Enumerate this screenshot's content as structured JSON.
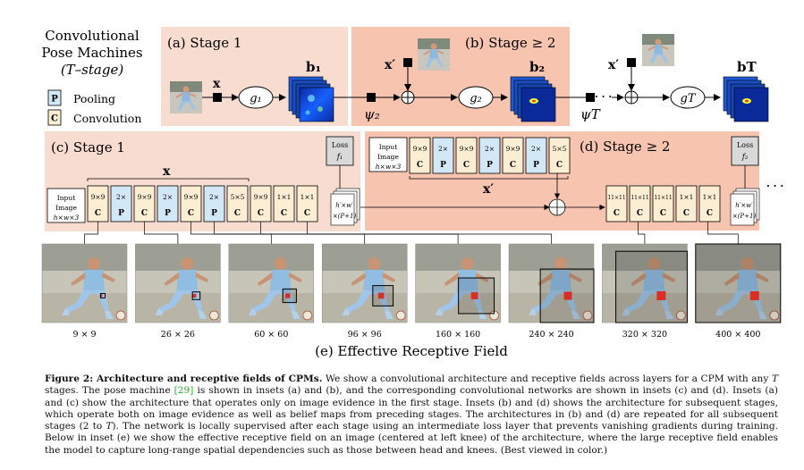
{
  "legend": {
    "title_line1": "Convolutional",
    "title_line2": "Pose Machines",
    "title_line3": "(T–stage)",
    "pooling_letter": "P",
    "pooling_label": "Pooling",
    "conv_letter": "C",
    "conv_label": "Convolution"
  },
  "top": {
    "stage1_label": "(a) Stage 1",
    "stage2_label": "(b) Stage ≥ 2",
    "x": "x",
    "x_prime": "x′",
    "x_prime_2": "x′",
    "g1": "g₁",
    "g2": "g₂",
    "gT": "gT",
    "b1": "b₁",
    "b2": "b₂",
    "bT": "bT",
    "psi2": "ψ₂",
    "psiT": "ψT",
    "dots": "· · ·"
  },
  "stage1_net": {
    "label": "(c) Stage 1",
    "x": "x",
    "input_l1": "Input",
    "input_l2": "Image",
    "input_l3": "h×w×3",
    "layers": [
      {
        "top": "9×9",
        "bot": "C",
        "type": "conv"
      },
      {
        "top": "2×",
        "bot": "P",
        "type": "pool"
      },
      {
        "top": "9×9",
        "bot": "C",
        "type": "conv"
      },
      {
        "top": "2×",
        "bot": "P",
        "type": "pool"
      },
      {
        "top": "9×9",
        "bot": "C",
        "type": "conv"
      },
      {
        "top": "2×",
        "bot": "P",
        "type": "pool"
      },
      {
        "top": "5×5",
        "bot": "C",
        "type": "conv"
      },
      {
        "top": "9×9",
        "bot": "C",
        "type": "conv"
      },
      {
        "top": "1×1",
        "bot": "C",
        "type": "conv"
      },
      {
        "top": "1×1",
        "bot": "C",
        "type": "conv"
      }
    ],
    "loss_l1": "Loss",
    "loss_l2": "f₁",
    "out_l1": "h′×w′",
    "out_l2": "×(P+1)"
  },
  "stage2_net": {
    "label": "(d) Stage ≥ 2",
    "x_prime": "x′",
    "input_l1": "Input",
    "input_l2": "Image",
    "input_l3": "h×w×3",
    "layers": [
      {
        "top": "9×9",
        "bot": "C",
        "type": "conv"
      },
      {
        "top": "2×",
        "bot": "P",
        "type": "pool"
      },
      {
        "top": "9×9",
        "bot": "C",
        "type": "conv"
      },
      {
        "top": "2×",
        "bot": "P",
        "type": "pool"
      },
      {
        "top": "9×9",
        "bot": "C",
        "type": "conv"
      },
      {
        "top": "2×",
        "bot": "P",
        "type": "pool"
      },
      {
        "top": "5×5",
        "bot": "C",
        "type": "conv"
      }
    ],
    "layers2": [
      {
        "top": "11×11",
        "bot": "C",
        "type": "conv"
      },
      {
        "top": "11×11",
        "bot": "C",
        "type": "conv"
      },
      {
        "top": "11×11",
        "bot": "C",
        "type": "conv"
      },
      {
        "top": "1×1",
        "bot": "C",
        "type": "conv"
      },
      {
        "top": "1×1",
        "bot": "C",
        "type": "conv"
      }
    ],
    "loss_l1": "Loss",
    "loss_l2": "f₂",
    "out_l1": "h′×w′",
    "out_l2": "×(P+1)",
    "dots": "· · ·"
  },
  "receptive": {
    "label": "(e) Effective Receptive Field",
    "fields": [
      "9 × 9",
      "26 × 26",
      "60 × 60",
      "96 × 96",
      "160 × 160",
      "240 × 240",
      "320 × 320",
      "400 × 400"
    ],
    "box_fraction": [
      0.05,
      0.09,
      0.16,
      0.24,
      0.42,
      0.63,
      0.84,
      1.0
    ]
  },
  "caption": {
    "fig": "Figure 2: Architecture and receptive fields of CPMs.",
    "t1": " We show a convolutional architecture and receptive fields across layers for a CPM with any ",
    "T1": "T",
    "t2": " stages. The pose machine ",
    "cite": "[29]",
    "t3": " is shown in insets (a) and (b), and the corresponding convolutional networks are shown in insets (c) and (d). Insets (a) and (c) show the architecture that operates only on image evidence in the first stage. Insets (b) and (d) shows the architecture for subsequent stages, which operate both on image evidence as well as belief maps from preceding stages. The architectures in (b) and (d) are repeated for all subsequent stages (2 to ",
    "T2": "T",
    "t4": "). The network is locally supervised after each stage using an intermediate loss layer that prevents vanishing gradients during training. Below in inset (e) we show the effective receptive field on an image (centered at left knee) of the architecture, where the large receptive field enables the model to capture long-range spatial dependencies such as those between head and knees. (Best viewed in color.)"
  },
  "colors": {
    "stage1_bg": "#f9dcd0",
    "stage2_bg": "#f7c4b0",
    "conv_fill": "#fbeed2",
    "pool_fill": "#d2e8f7",
    "loss_fill": "#d9d9d9",
    "box_red": "#e32010"
  }
}
